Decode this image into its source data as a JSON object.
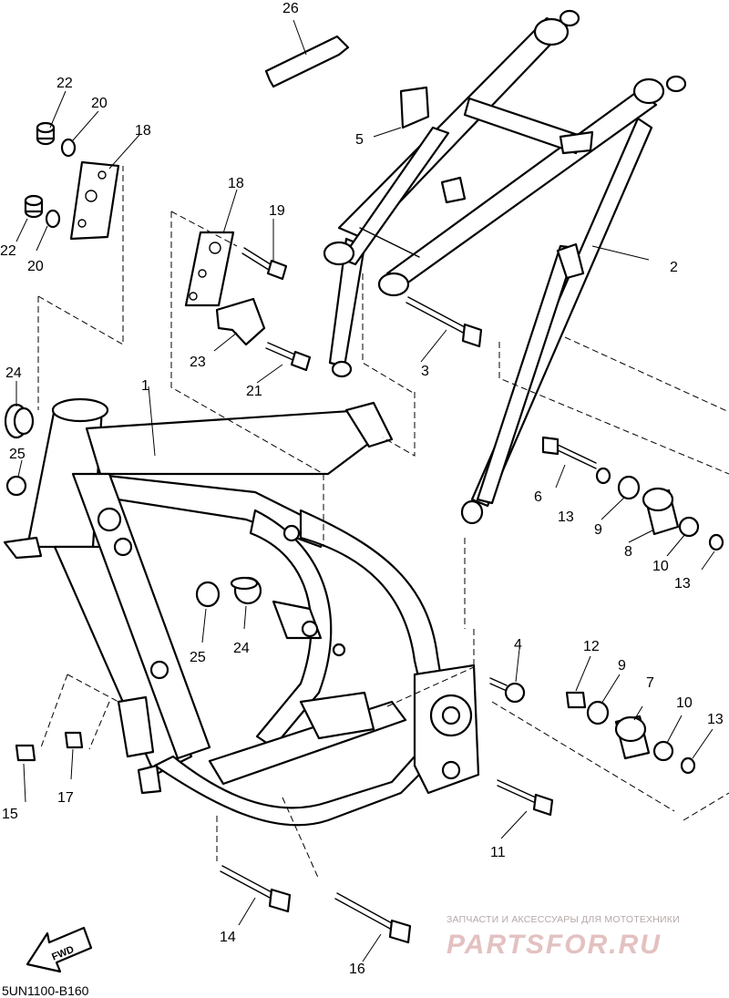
{
  "diagram": {
    "drawing_code": "5UN1100-B160",
    "direction_label": "FWD",
    "callouts": [
      {
        "id": "1",
        "label": "1"
      },
      {
        "id": "2",
        "label": "2"
      },
      {
        "id": "3",
        "label": "3"
      },
      {
        "id": "4",
        "label": "4"
      },
      {
        "id": "5",
        "label": "5"
      },
      {
        "id": "6",
        "label": "6"
      },
      {
        "id": "7",
        "label": "7"
      },
      {
        "id": "8",
        "label": "8"
      },
      {
        "id": "9a",
        "label": "9"
      },
      {
        "id": "9b",
        "label": "9"
      },
      {
        "id": "10a",
        "label": "10"
      },
      {
        "id": "10b",
        "label": "10"
      },
      {
        "id": "11",
        "label": "11"
      },
      {
        "id": "12",
        "label": "12"
      },
      {
        "id": "13a",
        "label": "13"
      },
      {
        "id": "13b",
        "label": "13"
      },
      {
        "id": "13c",
        "label": "13"
      },
      {
        "id": "14",
        "label": "14"
      },
      {
        "id": "15",
        "label": "15"
      },
      {
        "id": "16",
        "label": "16"
      },
      {
        "id": "17",
        "label": "17"
      },
      {
        "id": "18a",
        "label": "18"
      },
      {
        "id": "18b",
        "label": "18"
      },
      {
        "id": "19",
        "label": "19"
      },
      {
        "id": "20a",
        "label": "20"
      },
      {
        "id": "20b",
        "label": "20"
      },
      {
        "id": "21",
        "label": "21"
      },
      {
        "id": "22a",
        "label": "22"
      },
      {
        "id": "22b",
        "label": "22"
      },
      {
        "id": "23",
        "label": "23"
      },
      {
        "id": "24a",
        "label": "24"
      },
      {
        "id": "24b",
        "label": "24"
      },
      {
        "id": "25a",
        "label": "25"
      },
      {
        "id": "25b",
        "label": "25"
      },
      {
        "id": "26",
        "label": "26"
      }
    ]
  },
  "watermark": {
    "subtitle": "ЗАПЧАСТИ И АКСЕССУАРЫ ДЛЯ МОТОТЕХНИКИ",
    "brand": "PARTSFOR.RU",
    "color": "#e3c1c1"
  }
}
